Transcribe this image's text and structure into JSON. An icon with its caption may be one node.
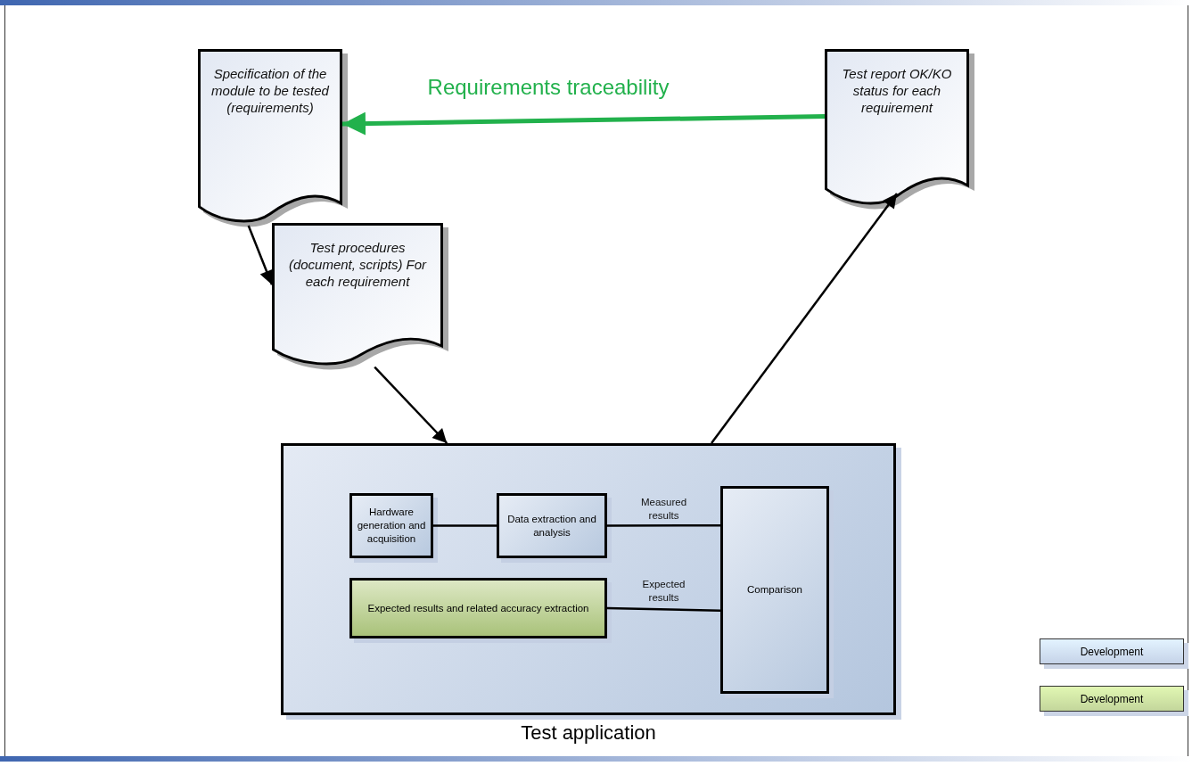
{
  "diagram": {
    "nodes": [
      {
        "text": [
          "Specification of the module to be tested (requirements)"
        ]
      },
      {
        "text": [
          "Test report OK/KO status for each requirement"
        ]
      },
      {
        "text": [
          "Test procedures (document, scripts) For each requirement"
        ]
      },
      {
        "text": [
          "Test application"
        ]
      },
      {
        "text": [
          "Hardware generation and acquisition"
        ],
        "in": 3
      },
      {
        "text": [
          "Data extraction and analysis"
        ],
        "in": 3
      },
      {
        "text": [
          "Comparison"
        ],
        "in": 3
      },
      {
        "text": [
          "Expected results and related accuracy extraction"
        ],
        "in": 3
      }
    ],
    "edges": [
      {
        "from": 1,
        "to": 0,
        "arrow": "to",
        "label": "Requirements traceability",
        "style": "thick",
        "color": "#22b14c"
      },
      {
        "from": 0,
        "to": 2,
        "arrow": "to"
      },
      {
        "from": 2,
        "to": 3,
        "arrow": "to"
      },
      {
        "from": 3,
        "to": 1,
        "arrow": "to"
      },
      {
        "from": 4,
        "to": 5,
        "arrow": "none"
      },
      {
        "from": 5,
        "to": 6,
        "arrow": "none",
        "label": "Measured results"
      },
      {
        "from": 7,
        "to": 6,
        "arrow": "none",
        "label": "Expected results"
      }
    ],
    "legend": [
      {
        "text": "Development",
        "color": "#c5d3e8"
      },
      {
        "text": "Development",
        "color": "#c3d69b"
      }
    ]
  }
}
